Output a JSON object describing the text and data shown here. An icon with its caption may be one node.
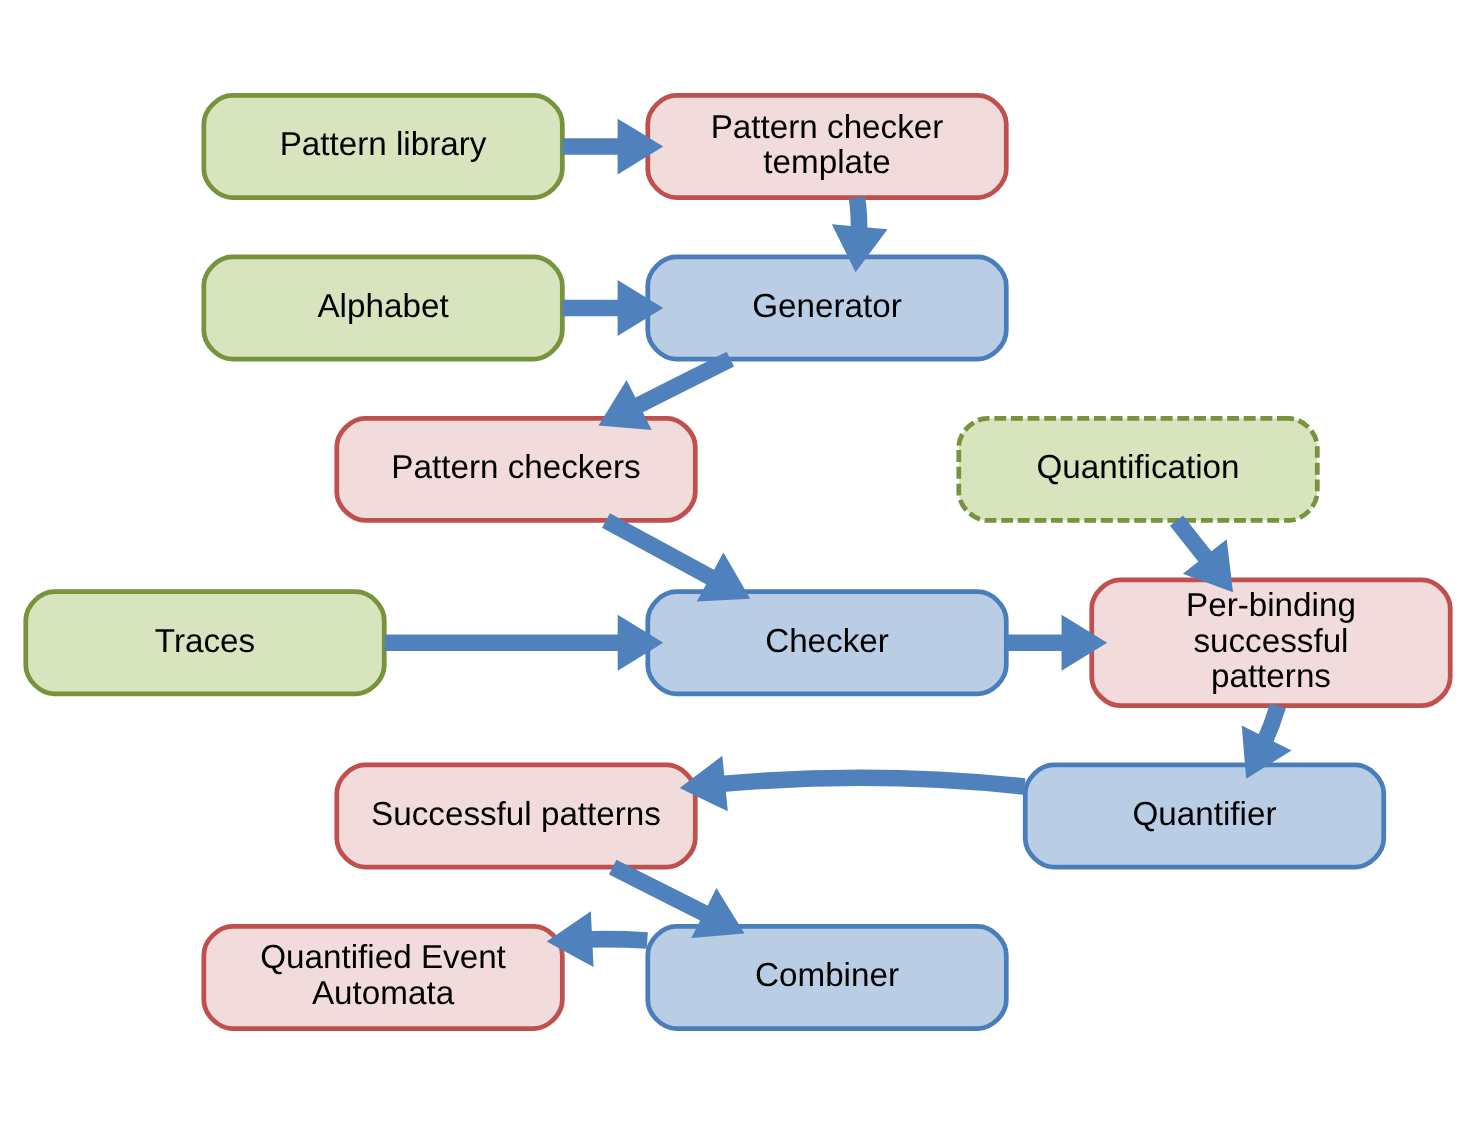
{
  "diagram": {
    "nodes": [
      {
        "text": [
          "Pattern library"
        ]
      },
      {
        "text": [
          "Pattern checker template"
        ]
      },
      {
        "text": [
          "Alphabet"
        ]
      },
      {
        "text": [
          "Generator"
        ]
      },
      {
        "text": [
          "Pattern checkers"
        ]
      },
      {
        "text": [
          "Quantification"
        ]
      },
      {
        "text": [
          "Traces"
        ]
      },
      {
        "text": [
          "Checker"
        ]
      },
      {
        "text": [
          "Per-binding successful patterns"
        ]
      },
      {
        "text": [
          "Successful patterns"
        ]
      },
      {
        "text": [
          "Quantifier"
        ]
      },
      {
        "text": [
          "Quantified Event Automata"
        ]
      },
      {
        "text": [
          "Combiner"
        ]
      }
    ],
    "edges": [
      {
        "from": 0,
        "to": 1,
        "arrow": "to"
      },
      {
        "from": 1,
        "to": 3,
        "arrow": "to"
      },
      {
        "from": 2,
        "to": 3,
        "arrow": "to"
      },
      {
        "from": 3,
        "to": 4,
        "arrow": "to"
      },
      {
        "from": 4,
        "to": 7,
        "arrow": "to"
      },
      {
        "from": 5,
        "to": 8,
        "arrow": "to"
      },
      {
        "from": 6,
        "to": 7,
        "arrow": "to"
      },
      {
        "from": 7,
        "to": 8,
        "arrow": "to"
      },
      {
        "from": 8,
        "to": 10,
        "arrow": "to"
      },
      {
        "from": 10,
        "to": 9,
        "arrow": "to"
      },
      {
        "from": 9,
        "to": 12,
        "arrow": "to"
      },
      {
        "from": 12,
        "to": 11,
        "arrow": "to"
      }
    ]
  }
}
